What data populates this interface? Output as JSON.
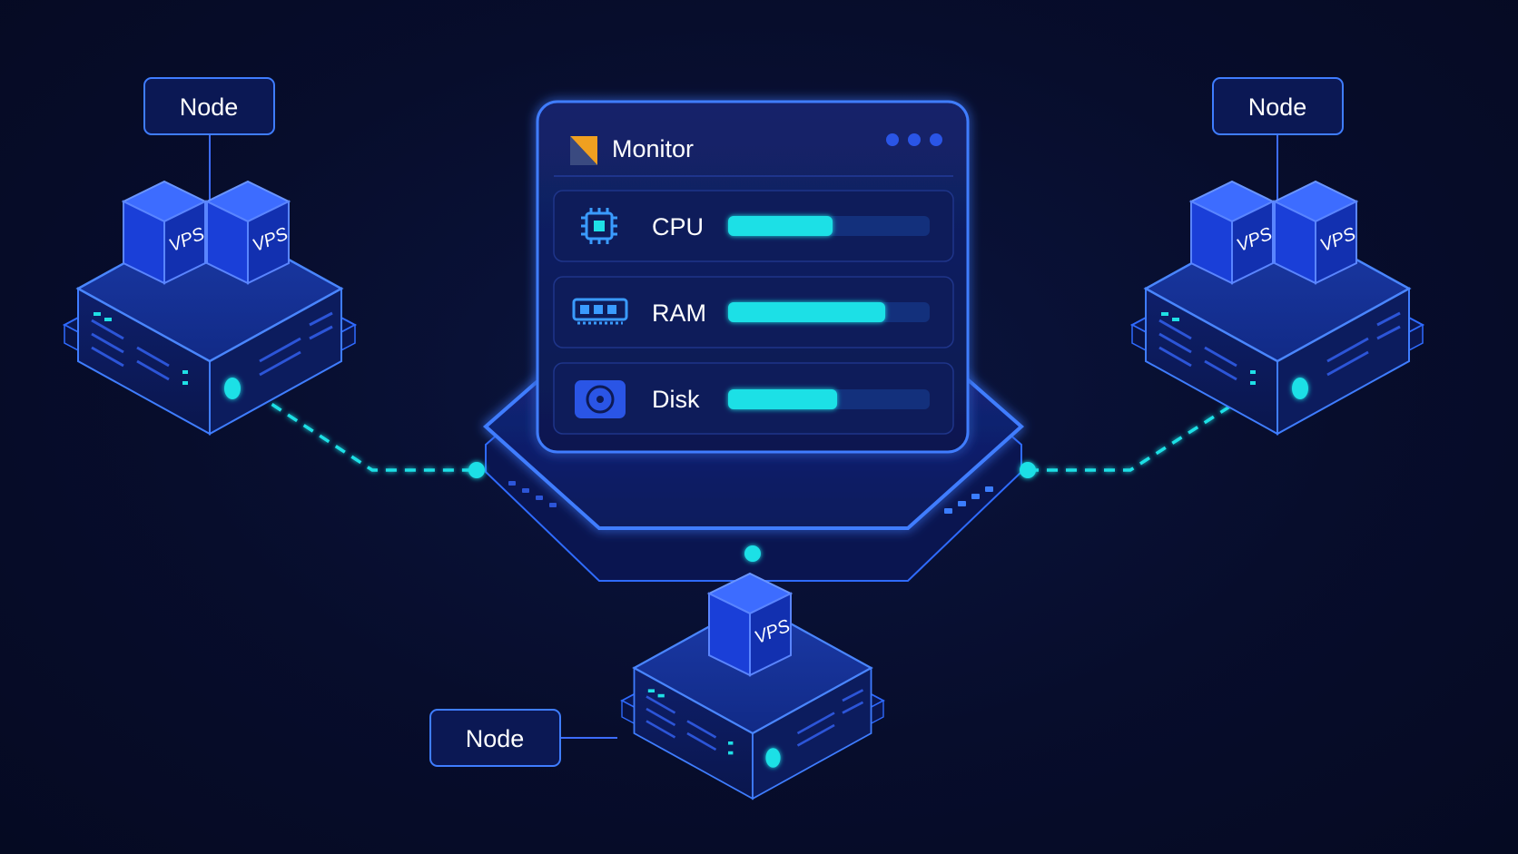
{
  "monitor": {
    "title": "Monitor",
    "metrics": [
      {
        "label": "CPU",
        "icon": "cpu-chip-icon",
        "usage": 0.52
      },
      {
        "label": "RAM",
        "icon": "ram-module-icon",
        "usage": 0.78
      },
      {
        "label": "Disk",
        "icon": "hard-disk-icon",
        "usage": 0.54
      }
    ]
  },
  "nodes": [
    {
      "label": "Node",
      "vps": [
        "VPS",
        "VPS"
      ]
    },
    {
      "label": "Node",
      "vps": [
        "VPS",
        "VPS"
      ]
    },
    {
      "label": "Node",
      "vps": [
        "VPS"
      ]
    }
  ],
  "colors": {
    "accent": "#1fe0e6",
    "glow": "#2f6bff",
    "panel": "#0d1a55",
    "cube_top": "#3d6cff",
    "cube_left": "#1a3fd8",
    "cube_right": "#1230b0"
  }
}
